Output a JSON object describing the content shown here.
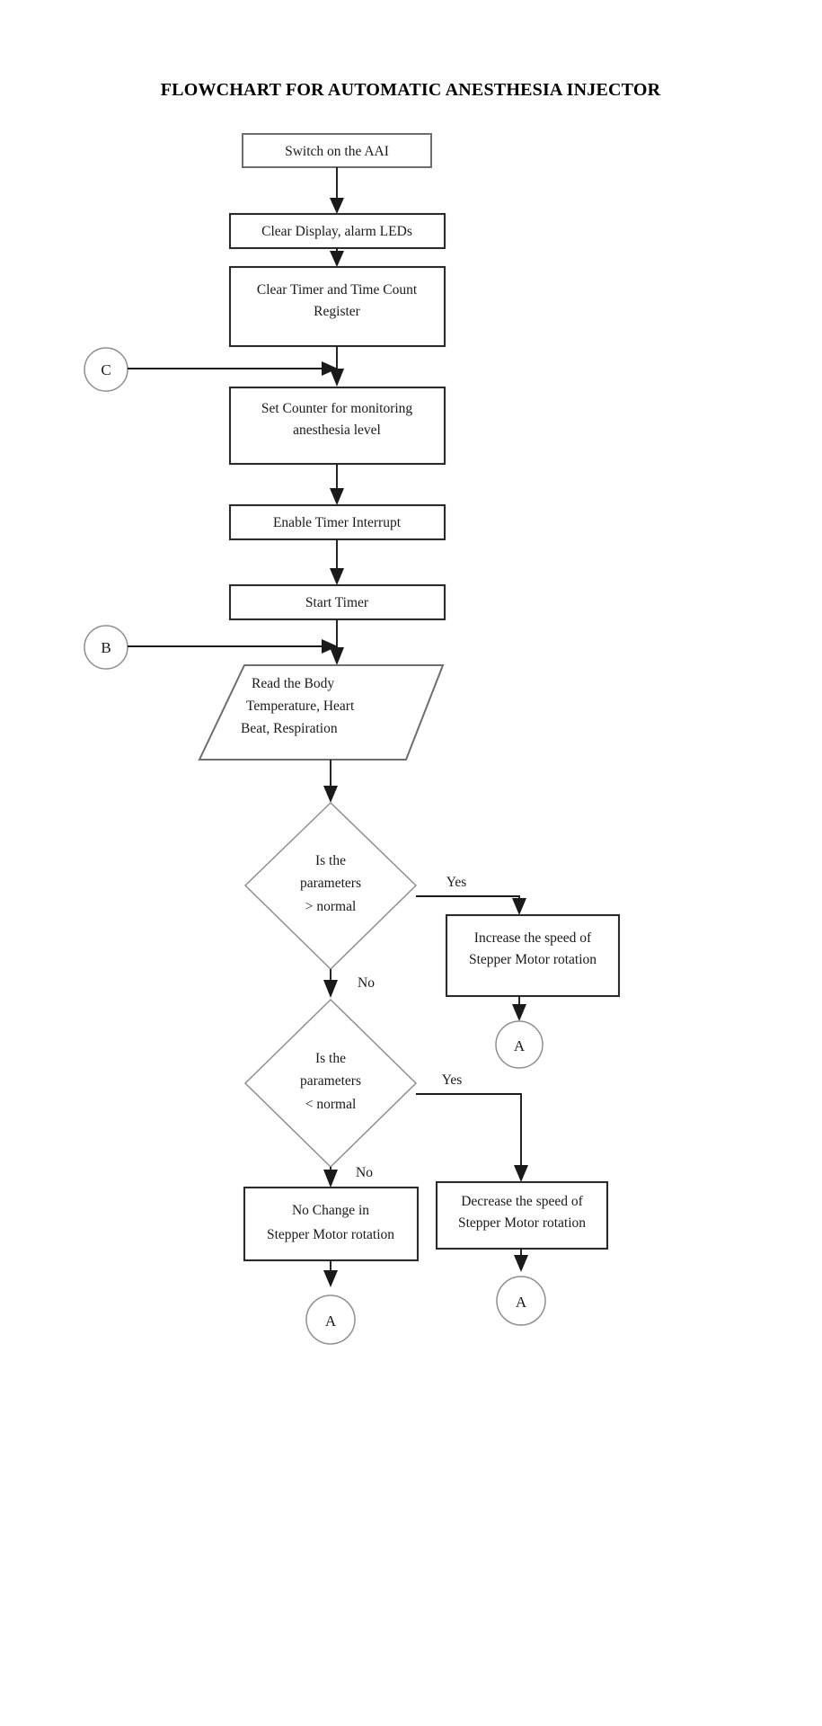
{
  "title": "FLOWCHART FOR AUTOMATIC ANESTHESIA INJECTOR",
  "chart_data": {
    "type": "diagram",
    "diagram_kind": "flowchart",
    "title": "FLOWCHART FOR AUTOMATIC ANESTHESIA INJECTOR",
    "orientation": "top-to-bottom",
    "nodes": [
      {
        "id": "n1",
        "shape": "process",
        "text": "Switch on the AAI"
      },
      {
        "id": "n2",
        "shape": "process",
        "text": "Clear Display, alarm LEDs"
      },
      {
        "id": "n3",
        "shape": "process",
        "text": "Clear Timer and Time Count Register"
      },
      {
        "id": "c1",
        "shape": "connector",
        "text": "C"
      },
      {
        "id": "n4",
        "shape": "process",
        "text": "Set Counter for monitoring anesthesia level"
      },
      {
        "id": "n5",
        "shape": "process",
        "text": "Enable Timer Interrupt"
      },
      {
        "id": "n6",
        "shape": "process",
        "text": "Start Timer"
      },
      {
        "id": "b1",
        "shape": "connector",
        "text": "B"
      },
      {
        "id": "n7",
        "shape": "io",
        "text": "Read the Body Temperature, Heart Beat, Respiration"
      },
      {
        "id": "d1",
        "shape": "decision",
        "text": "Is the parameters > normal"
      },
      {
        "id": "n8",
        "shape": "process",
        "text": "Increase the speed of Stepper Motor rotation"
      },
      {
        "id": "a1",
        "shape": "connector",
        "text": "A"
      },
      {
        "id": "d2",
        "shape": "decision",
        "text": "Is the parameters < normal"
      },
      {
        "id": "n9",
        "shape": "process",
        "text": "Decrease the speed of Stepper Motor rotation"
      },
      {
        "id": "a2",
        "shape": "connector",
        "text": "A"
      },
      {
        "id": "n10",
        "shape": "process",
        "text": "No Change in Stepper Motor rotation"
      },
      {
        "id": "a3",
        "shape": "connector",
        "text": "A"
      }
    ],
    "edges": [
      {
        "from": "n1",
        "to": "n2",
        "label": ""
      },
      {
        "from": "n2",
        "to": "n3",
        "label": ""
      },
      {
        "from": "c1",
        "to": "n4",
        "label": ""
      },
      {
        "from": "n3",
        "to": "n4",
        "label": ""
      },
      {
        "from": "n4",
        "to": "n5",
        "label": ""
      },
      {
        "from": "n5",
        "to": "n6",
        "label": ""
      },
      {
        "from": "n6",
        "to": "n7",
        "label": ""
      },
      {
        "from": "b1",
        "to": "n7",
        "label": ""
      },
      {
        "from": "n7",
        "to": "d1",
        "label": ""
      },
      {
        "from": "d1",
        "to": "n8",
        "label": "Yes"
      },
      {
        "from": "d1",
        "to": "d2",
        "label": "No"
      },
      {
        "from": "n8",
        "to": "a1",
        "label": ""
      },
      {
        "from": "d2",
        "to": "n9",
        "label": "Yes"
      },
      {
        "from": "d2",
        "to": "n10",
        "label": "No"
      },
      {
        "from": "n9",
        "to": "a2",
        "label": ""
      },
      {
        "from": "n10",
        "to": "a3",
        "label": ""
      }
    ]
  },
  "nodes": {
    "switch_on": {
      "lines": [
        "Switch on the AAI"
      ]
    },
    "clear_display": {
      "lines": [
        "Clear Display, alarm LEDs"
      ]
    },
    "clear_timer": {
      "lines": [
        "Clear Timer and Time Count",
        "Register"
      ]
    },
    "set_counter": {
      "lines": [
        "Set Counter for monitoring",
        "anesthesia level"
      ]
    },
    "enable_timer": {
      "lines": [
        "Enable Timer Interrupt"
      ]
    },
    "start_timer": {
      "lines": [
        "Start Timer"
      ]
    },
    "read_body": {
      "lines": [
        "Read the Body",
        "Temperature, Heart",
        "Beat, Respiration"
      ]
    },
    "decision_high": {
      "lines": [
        "Is the",
        "parameters",
        "> normal"
      ]
    },
    "decision_low": {
      "lines": [
        "Is the",
        "parameters",
        "< normal"
      ]
    },
    "increase_speed": {
      "lines": [
        "Increase the speed of",
        "Stepper Motor rotation"
      ]
    },
    "decrease_speed": {
      "lines": [
        "Decrease the speed of",
        "Stepper Motor rotation"
      ]
    },
    "no_change": {
      "lines": [
        "No Change in",
        "Stepper Motor rotation"
      ]
    }
  },
  "connectors": {
    "c": "C",
    "b": "B",
    "a_top": "A",
    "a_bottom_left": "A",
    "a_bottom_right": "A"
  },
  "labels": {
    "yes_high": "Yes",
    "no_high": "No",
    "yes_low": "Yes",
    "no_low": "No"
  },
  "colors": {
    "background": "#ffffff",
    "stroke_dark": "#2b2b2b",
    "stroke_mid": "#6e6e6e",
    "stroke_light": "#8f8f8f",
    "text": "#1a1a1a"
  }
}
